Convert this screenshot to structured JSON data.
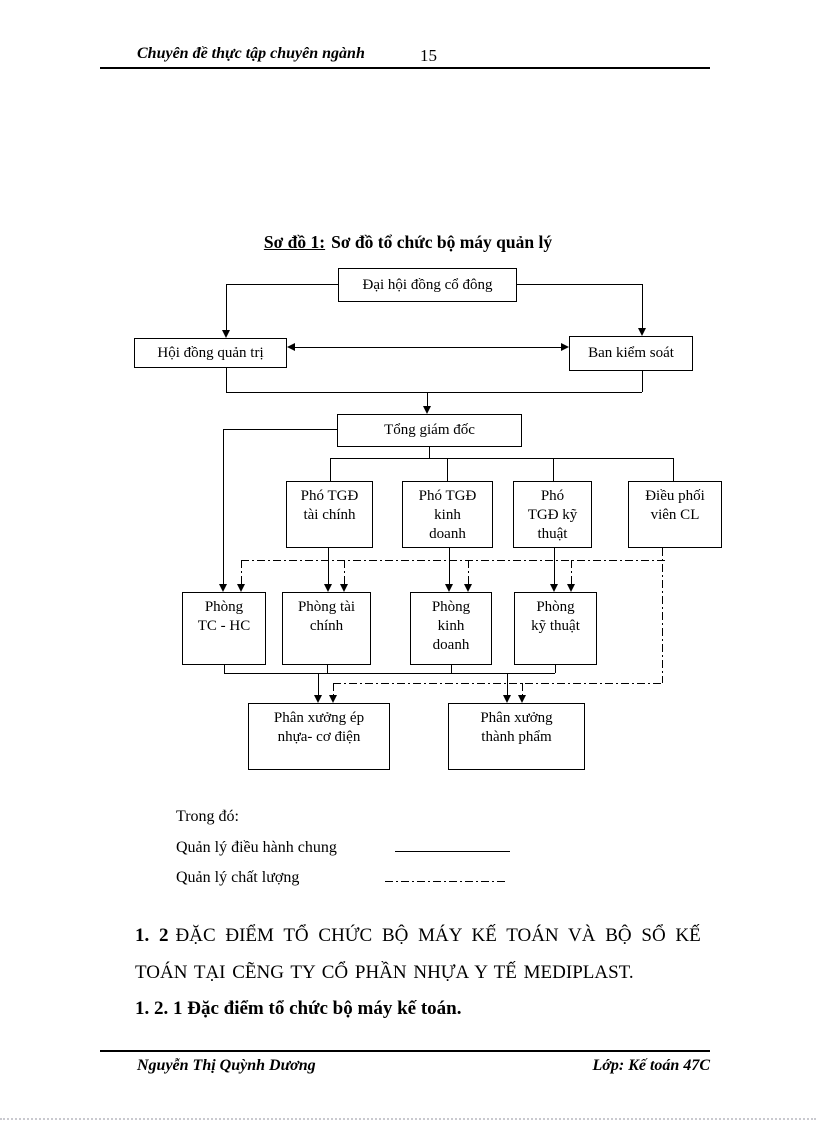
{
  "page": {
    "header": {
      "title": "Chuyên  đề thực  tập chuyên  ngành",
      "page_number": "15"
    },
    "footer": {
      "author": "Nguyễn  Thị  Quỳnh  Dương",
      "class_label": "Lớp: Kế toán 47C"
    }
  },
  "diagram": {
    "title_label": "Sơ đồ 1:",
    "title_text": "Sơ đồ tổ chức bộ máy quản lý",
    "nodes": {
      "dai_hoi": "Đại hội  đồng cổ đông",
      "hoi_dong_quan_tri": "Hội  đồng quản trị",
      "ban_kiem_soat": "Ban kiểm  soát",
      "tong_giam_doc": "Tổng giám  đốc",
      "pho_tgd_tai_chinh": "Phó TGĐ\ntài chính",
      "pho_tgd_kinh_doanh": "Phó TGĐ\nkinh\ndoanh",
      "pho_tgd_ky_thuat": "Phó\nTGĐ kỹ\nthuật",
      "dieu_phoi_vien_cl": "Điều phối\nviên CL",
      "phong_tc_hc": "Phòng\nTC - HC",
      "phong_tai_chinh": "Phòng tài\nchính",
      "phong_kinh_doanh": "Phòng\nkinh\ndoanh",
      "phong_ky_thuat": "Phòng\nkỹ thuật",
      "phan_xuong_ep": "Phân xưởng ép\nnhựa- cơ điện",
      "phan_xuong_thanh_pham": "Phân xưởng\nthành phẩm"
    },
    "legend": {
      "heading": "Trong đó:",
      "items": [
        {
          "label": "Quản lý điều hành  chung",
          "line_style": "solid"
        },
        {
          "label": "Quản lý chất lượng",
          "line_style": "dash-dot"
        }
      ]
    },
    "colors": {
      "line_color": "#000000",
      "text_color": "#000000",
      "box_fill": "#ffffff"
    }
  },
  "body": {
    "section_1_2_prefix": "1. 2",
    "section_1_2_line1": "ĐẶC ĐIỂM TỔ CHỨC BỘ MÁY KẾ TOÁN VÀ BỘ SỔ KẾ",
    "section_1_2_line2": "TOÁN TẠI CẼNG TY CỔ PHẦN NHỰA Y TẾ MEDIPLAST.",
    "section_1_2_1": "1. 2. 1 Đặc điểm tổ chức bộ máy kế toán."
  }
}
